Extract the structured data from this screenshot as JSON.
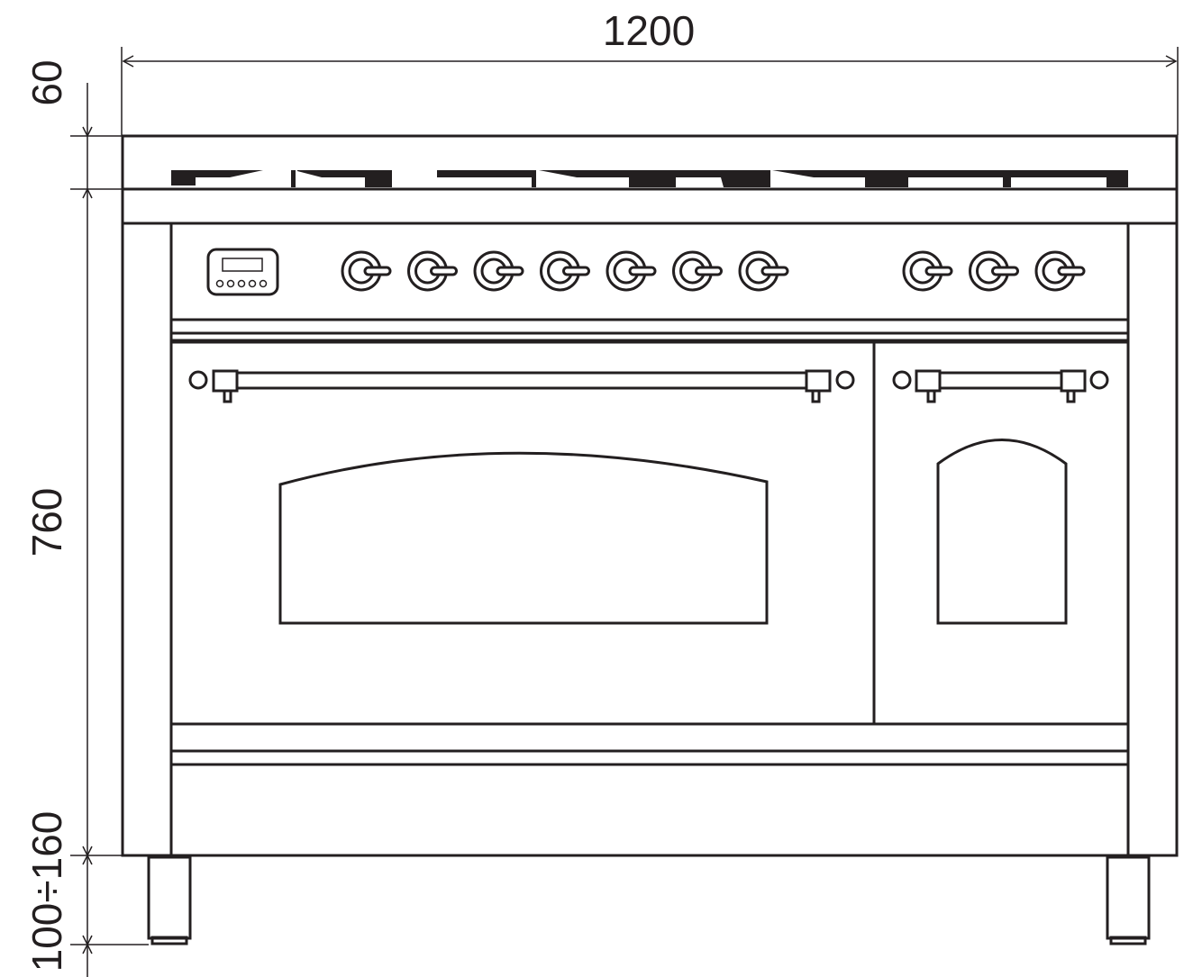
{
  "dimensions": {
    "width": "1200",
    "top_height": "60",
    "body_height": "760",
    "feet_height": "100÷160"
  },
  "display": {
    "buttons": 5
  },
  "knobs": {
    "left_group_count": 7,
    "right_group_count": 3
  },
  "ovens": [
    {
      "name": "main-oven",
      "window": "arched-wide"
    },
    {
      "name": "auxiliary-oven",
      "window": "arched-narrow"
    }
  ],
  "colors": {
    "line": "#231f20",
    "background": "#ffffff"
  }
}
